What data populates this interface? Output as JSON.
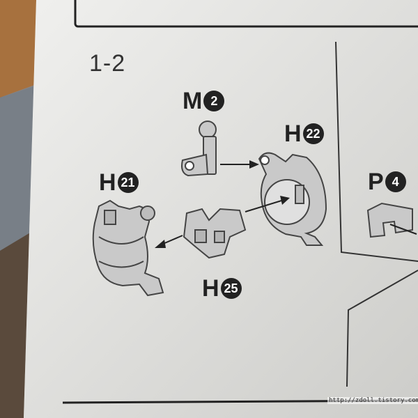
{
  "step": "1-2",
  "parts": {
    "m2": {
      "letter": "M",
      "number": "2"
    },
    "h22": {
      "letter": "H",
      "number": "22"
    },
    "h21": {
      "letter": "H",
      "number": "21"
    },
    "p4": {
      "letter": "P",
      "number": "4"
    },
    "h25": {
      "letter": "H",
      "number": "25"
    }
  },
  "watermark": "http://zdoll.tistory.com",
  "colors": {
    "paper": "#e9e9e6",
    "part_fill": "#c9c9c9",
    "ink": "#222222",
    "background": "#6d5a48"
  }
}
